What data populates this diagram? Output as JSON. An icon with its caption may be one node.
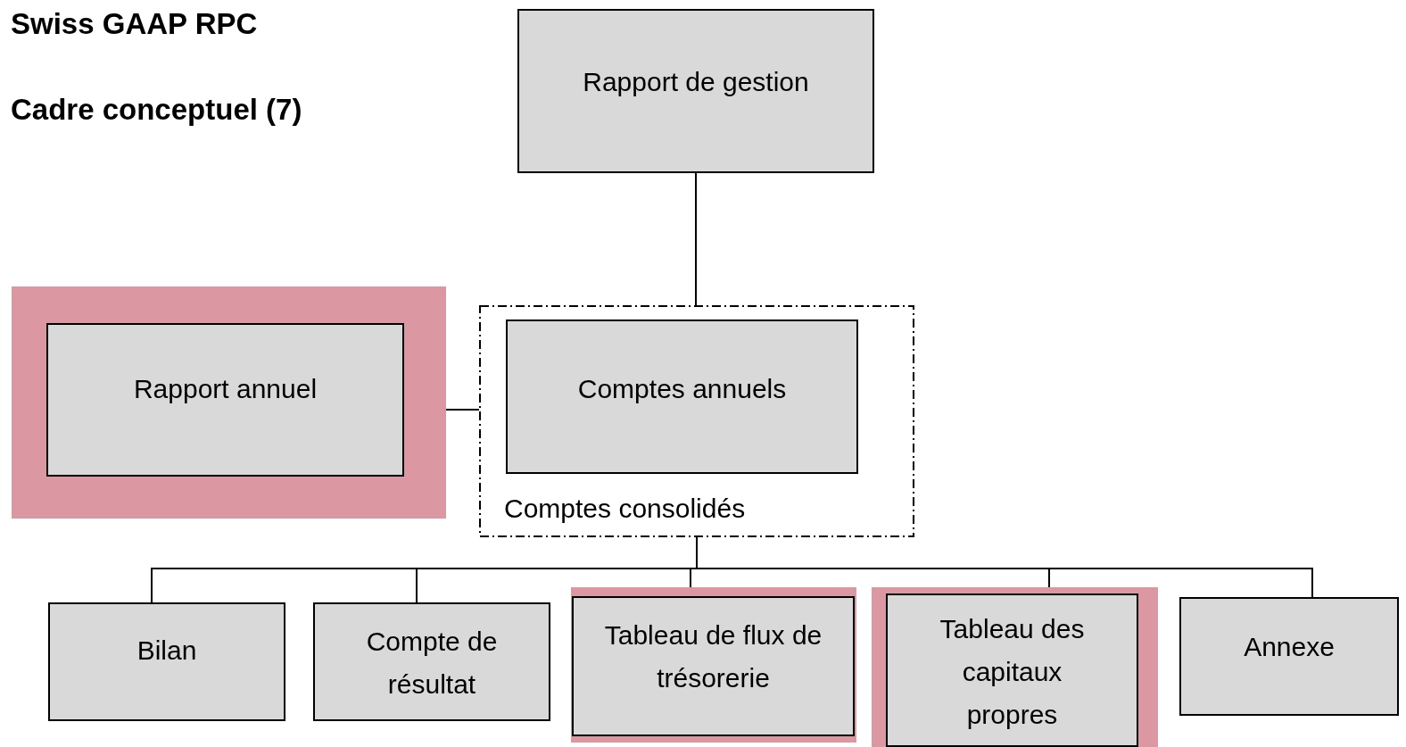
{
  "diagram": {
    "title": "Swiss GAAP RPC",
    "nodes": [
      {
        "text": [
          "Rapport de gestion"
        ]
      },
      {
        "text": [],
        "shape": "box"
      },
      {
        "text": [
          "Rapport annuel"
        ],
        "in": 1
      },
      {
        "text": [
          "Comptes consolidés"
        ]
      },
      {
        "text": [
          "Comptes annuels"
        ],
        "in": 3
      },
      {
        "text": [
          "Bilan"
        ]
      },
      {
        "text": [
          "Compte de résultat"
        ]
      },
      {
        "text": [],
        "shape": "box"
      },
      {
        "text": [
          "Tableau de flux de trésorerie"
        ],
        "in": 7
      },
      {
        "text": [],
        "shape": "box"
      },
      {
        "text": [
          "Tableau des capitaux propres"
        ],
        "in": 9
      },
      {
        "text": [
          "Annexe"
        ]
      }
    ],
    "edges": [
      {
        "from": 0,
        "to": 3,
        "arrow": "none"
      },
      {
        "from": 1,
        "to": 3,
        "arrow": "none"
      },
      {
        "from": 3,
        "to": 5,
        "arrow": "none"
      },
      {
        "from": 3,
        "to": 6,
        "arrow": "none"
      },
      {
        "from": 3,
        "to": 7,
        "arrow": "none"
      },
      {
        "from": 3,
        "to": 9,
        "arrow": "none"
      },
      {
        "from": 3,
        "to": 11,
        "arrow": "none"
      }
    ],
    "labels": [
      "Cadre conceptuel (7)"
    ]
  }
}
